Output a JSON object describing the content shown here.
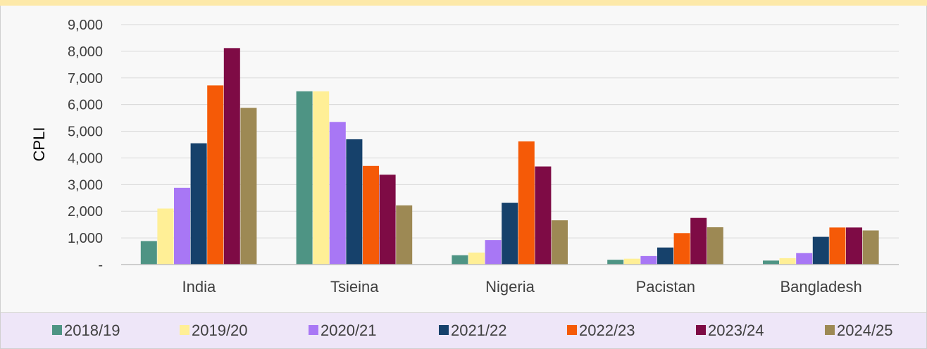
{
  "chart_data": {
    "type": "bar",
    "title": "",
    "xlabel": "",
    "ylabel": "CPLI",
    "ylim": [
      0,
      9000
    ],
    "yticks": [
      {
        "value": 0,
        "label": "-"
      },
      {
        "value": 1000,
        "label": "1,000"
      },
      {
        "value": 2000,
        "label": "2,000"
      },
      {
        "value": 3000,
        "label": "3,000"
      },
      {
        "value": 4000,
        "label": "4,000"
      },
      {
        "value": 5000,
        "label": "5,000"
      },
      {
        "value": 6000,
        "label": "6,000"
      },
      {
        "value": 7000,
        "label": "7,000"
      },
      {
        "value": 8000,
        "label": "8,000"
      },
      {
        "value": 9000,
        "label": "9,000"
      }
    ],
    "grid": true,
    "legend_position": "bottom",
    "categories": [
      "India",
      "Tsieina",
      "Nigeria",
      "Pacistan",
      "Bangladesh"
    ],
    "series": [
      {
        "name": "2018/19",
        "color": "#4e9484",
        "values": [
          880,
          6500,
          350,
          180,
          150
        ]
      },
      {
        "name": "2019/20",
        "color": "#ffef96",
        "values": [
          2100,
          6500,
          450,
          220,
          240
        ]
      },
      {
        "name": "2020/21",
        "color": "#a877f5",
        "values": [
          2880,
          5350,
          920,
          320,
          430
        ]
      },
      {
        "name": "2021/22",
        "color": "#16416b",
        "values": [
          4550,
          4700,
          2320,
          640,
          1040
        ]
      },
      {
        "name": "2022/23",
        "color": "#f55a07",
        "values": [
          6720,
          3700,
          4620,
          1180,
          1390
        ]
      },
      {
        "name": "2023/24",
        "color": "#7e0b45",
        "values": [
          8120,
          3370,
          3680,
          1750,
          1390
        ]
      },
      {
        "name": "2024/25",
        "color": "#9d8954",
        "values": [
          5880,
          2220,
          1660,
          1400,
          1280
        ]
      }
    ]
  }
}
